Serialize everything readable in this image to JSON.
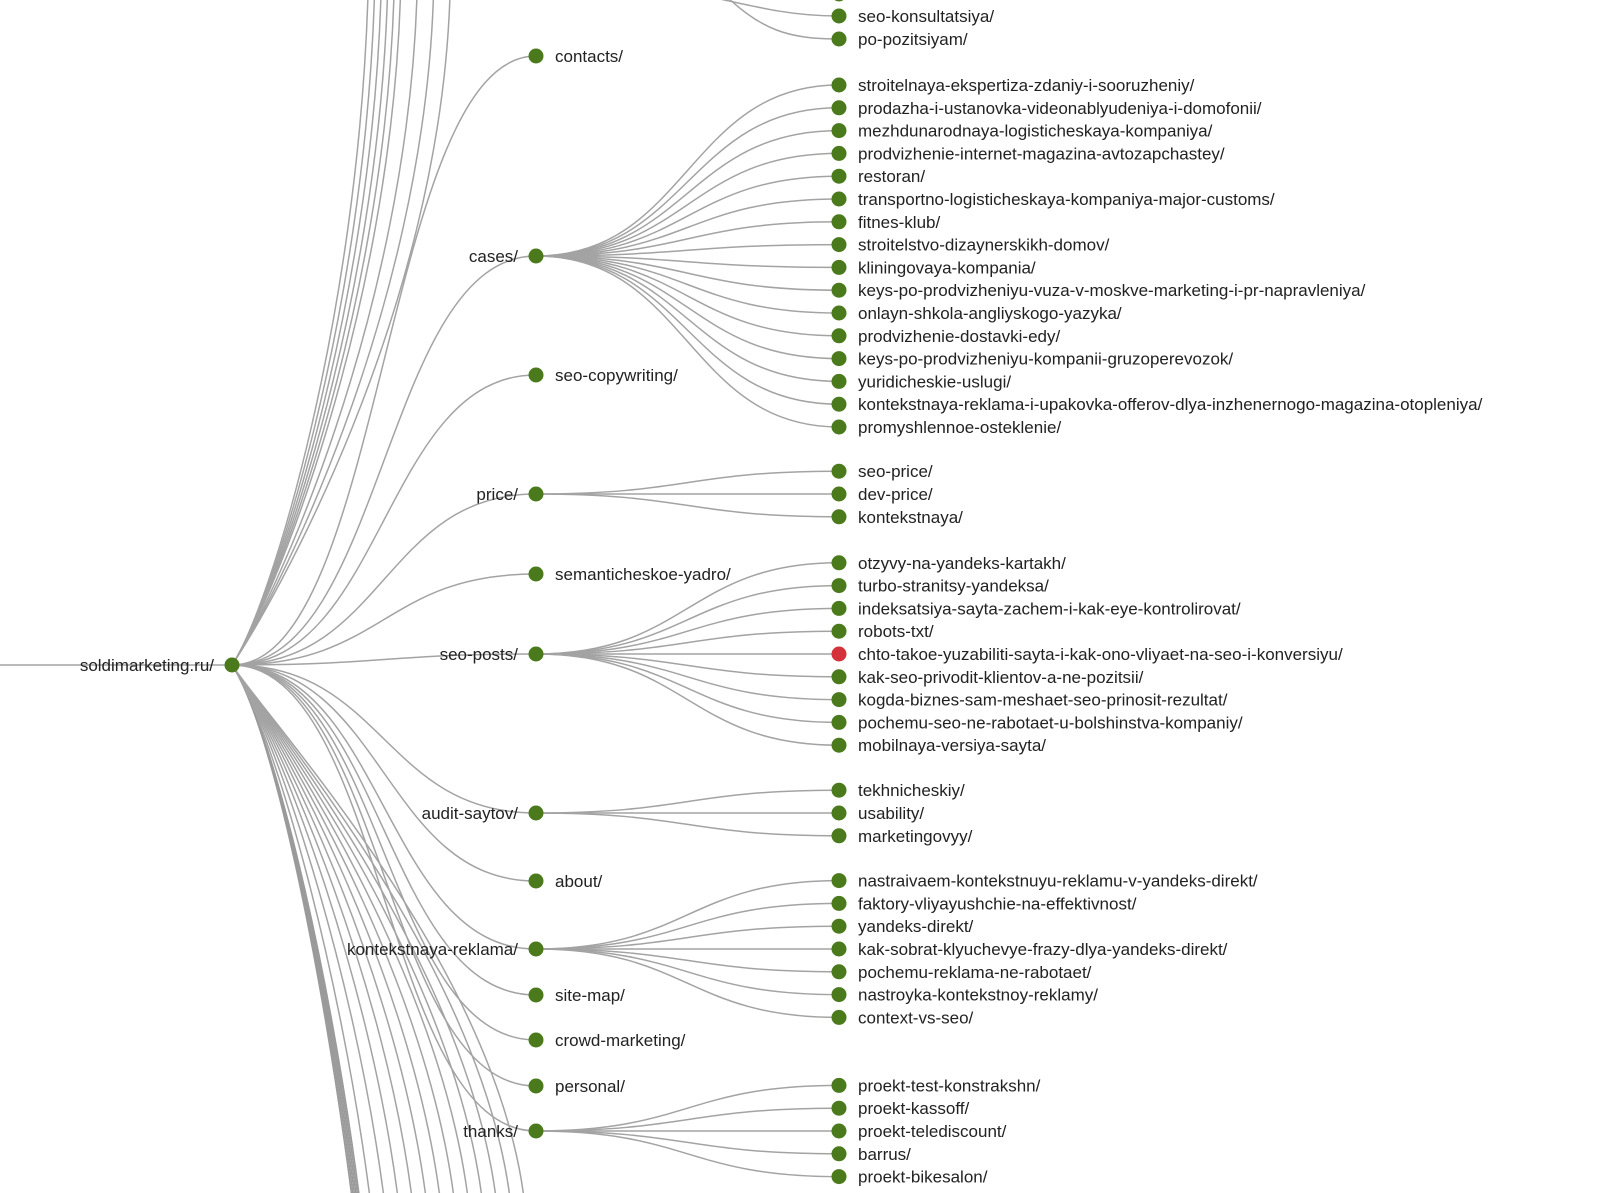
{
  "colors": {
    "node": "#4a7a1c",
    "node_highlight": "#d4313a",
    "link": "#a3a3a3",
    "text": "#222222",
    "background": "#ffffff"
  },
  "tree": {
    "root": {
      "label": "soldimarketing.ru/",
      "label_side": "left",
      "state": "normal"
    },
    "offscreen_above_branches": 9,
    "offscreen_below_branches": 18,
    "top_partial_leaves": [
      {
        "label": "seo-konsultatsiya/",
        "state": "normal"
      },
      {
        "label": "po-pozitsiyam/",
        "state": "normal"
      }
    ],
    "sections": [
      {
        "label": "contacts/",
        "label_side": "right",
        "children": []
      },
      {
        "label": "cases/",
        "label_side": "left",
        "children": [
          {
            "label": "stroitelnaya-ekspertiza-zdaniy-i-sooruzheniy/",
            "state": "normal"
          },
          {
            "label": "prodazha-i-ustanovka-videonablyudeniya-i-domofonii/",
            "state": "normal"
          },
          {
            "label": "mezhdunarodnaya-logisticheskaya-kompaniya/",
            "state": "normal"
          },
          {
            "label": "prodvizhenie-internet-magazina-avtozapchastey/",
            "state": "normal"
          },
          {
            "label": "restoran/",
            "state": "normal"
          },
          {
            "label": "transportno-logisticheskaya-kompaniya-major-customs/",
            "state": "normal"
          },
          {
            "label": "fitnes-klub/",
            "state": "normal"
          },
          {
            "label": "stroitelstvo-dizaynerskikh-domov/",
            "state": "normal"
          },
          {
            "label": "kliningovaya-kompania/",
            "state": "normal"
          },
          {
            "label": "keys-po-prodvizheniyu-vuza-v-moskve-marketing-i-pr-napravleniya/",
            "state": "normal"
          },
          {
            "label": "onlayn-shkola-angliyskogo-yazyka/",
            "state": "normal"
          },
          {
            "label": "prodvizhenie-dostavki-edy/",
            "state": "normal"
          },
          {
            "label": "keys-po-prodvizheniyu-kompanii-gruzoperevozok/",
            "state": "normal"
          },
          {
            "label": "yuridicheskie-uslugi/",
            "state": "normal"
          },
          {
            "label": "kontekstnaya-reklama-i-upakovka-offerov-dlya-inzhenernogo-magazina-otopleniya/",
            "state": "normal"
          },
          {
            "label": "promyshlennoe-osteklenie/",
            "state": "normal"
          }
        ]
      },
      {
        "label": "seo-copywriting/",
        "label_side": "right",
        "children": []
      },
      {
        "label": "price/",
        "label_side": "left",
        "children": [
          {
            "label": "seo-price/",
            "state": "normal"
          },
          {
            "label": "dev-price/",
            "state": "normal"
          },
          {
            "label": "kontekstnaya/",
            "state": "normal"
          }
        ]
      },
      {
        "label": "semanticheskoe-yadro/",
        "label_side": "right",
        "children": []
      },
      {
        "label": "seo-posts/",
        "label_side": "left",
        "children": [
          {
            "label": "otzyvy-na-yandeks-kartakh/",
            "state": "normal"
          },
          {
            "label": "turbo-stranitsy-yandeksa/",
            "state": "normal"
          },
          {
            "label": "indeksatsiya-sayta-zachem-i-kak-eye-kontrolirovat/",
            "state": "normal"
          },
          {
            "label": "robots-txt/",
            "state": "normal"
          },
          {
            "label": "chto-takoe-yuzabiliti-sayta-i-kak-ono-vliyaet-na-seo-i-konversiyu/",
            "state": "highlight"
          },
          {
            "label": "kak-seo-privodit-klientov-a-ne-pozitsii/",
            "state": "normal"
          },
          {
            "label": "kogda-biznes-sam-meshaet-seo-prinosit-rezultat/",
            "state": "normal"
          },
          {
            "label": "pochemu-seo-ne-rabotaet-u-bolshinstva-kompaniy/",
            "state": "normal"
          },
          {
            "label": "mobilnaya-versiya-sayta/",
            "state": "normal"
          }
        ]
      },
      {
        "label": "audit-saytov/",
        "label_side": "left",
        "children": [
          {
            "label": "tekhnicheskiy/",
            "state": "normal"
          },
          {
            "label": "usability/",
            "state": "normal"
          },
          {
            "label": "marketingovyy/",
            "state": "normal"
          }
        ]
      },
      {
        "label": "about/",
        "label_side": "right",
        "children": []
      },
      {
        "label": "kontekstnaya-reklama/",
        "label_side": "left",
        "children": [
          {
            "label": "nastraivaem-kontekstnuyu-reklamu-v-yandeks-direkt/",
            "state": "normal"
          },
          {
            "label": "faktory-vliyayushchie-na-effektivnost/",
            "state": "normal"
          },
          {
            "label": "yandeks-direkt/",
            "state": "normal"
          },
          {
            "label": "kak-sobrat-klyuchevye-frazy-dlya-yandeks-direkt/",
            "state": "normal"
          },
          {
            "label": "pochemu-reklama-ne-rabotaet/",
            "state": "normal"
          },
          {
            "label": "nastroyka-kontekstnoy-reklamy/",
            "state": "normal"
          },
          {
            "label": "context-vs-seo/",
            "state": "normal"
          }
        ]
      },
      {
        "label": "site-map/",
        "label_side": "right",
        "children": []
      },
      {
        "label": "crowd-marketing/",
        "label_side": "right",
        "children": []
      },
      {
        "label": "personal/",
        "label_side": "right",
        "children": []
      },
      {
        "label": "thanks/",
        "label_side": "left",
        "children": [
          {
            "label": "proekt-test-konstrakshn/",
            "state": "normal"
          },
          {
            "label": "proekt-kassoff/",
            "state": "normal"
          },
          {
            "label": "proekt-telediscount/",
            "state": "normal"
          },
          {
            "label": "barrus/",
            "state": "normal"
          },
          {
            "label": "proekt-bikesalon/",
            "state": "normal"
          }
        ]
      }
    ]
  }
}
